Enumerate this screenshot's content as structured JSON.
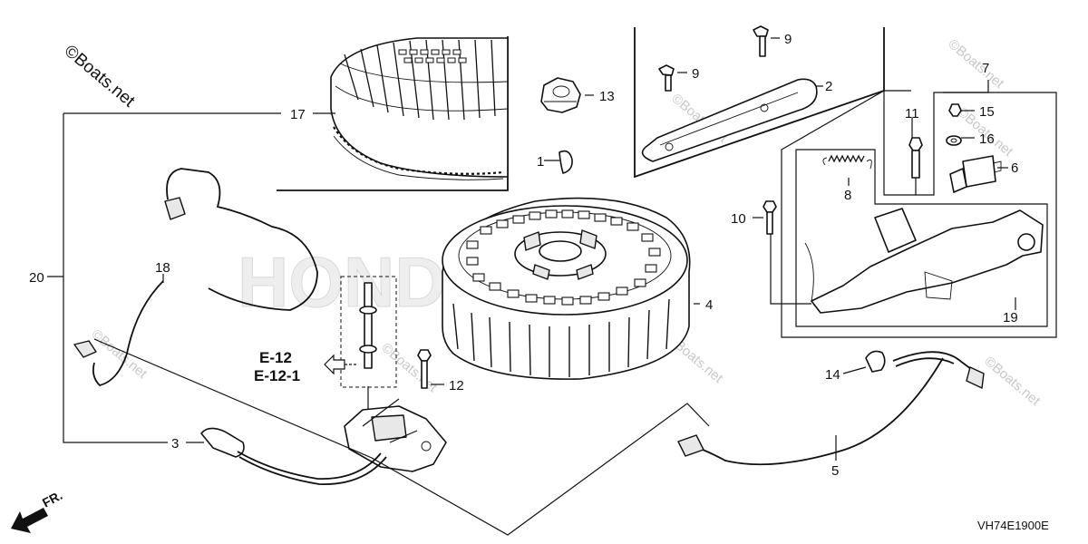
{
  "watermark": {
    "main": "©Boats.net",
    "repeat": "©Boats.net",
    "background_text": "HONDA"
  },
  "diagram_code": "VH74E1900E",
  "front_indicator": "FR.",
  "reference": {
    "line1": "E-12",
    "line2": "E-12-1"
  },
  "callouts": {
    "c1": "1",
    "c2": "2",
    "c3": "3",
    "c4": "4",
    "c5": "5",
    "c6": "6",
    "c7": "7",
    "c8": "8",
    "c9a": "9",
    "c9b": "9",
    "c10": "10",
    "c11": "11",
    "c12": "12",
    "c13": "13",
    "c14": "14",
    "c15": "15",
    "c16": "16",
    "c17": "17",
    "c18": "18",
    "c19": "19",
    "c20": "20"
  }
}
